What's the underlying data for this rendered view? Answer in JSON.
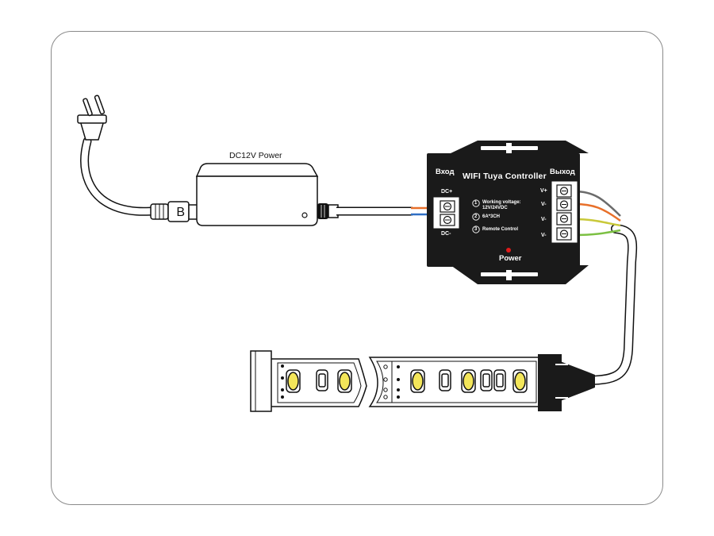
{
  "power_supply": {
    "label": "DC12V Power"
  },
  "controller": {
    "title": "WIFI Tuya Controller",
    "input_label": "Вход",
    "output_label": "Выход",
    "input_pins": [
      "DC+",
      "DC-"
    ],
    "output_pins": [
      "V+",
      "V-",
      "V-",
      "V-"
    ],
    "specs": [
      {
        "num": "1",
        "lines": [
          "Working voltage:",
          "12V/24VDC"
        ]
      },
      {
        "num": "2",
        "lines": [
          "6A*3CH"
        ]
      },
      {
        "num": "3",
        "lines": [
          "Remote Control"
        ]
      }
    ],
    "power_label": "Power",
    "power_led_color": "#e01b1b"
  },
  "plug": {
    "mark": "B"
  },
  "wire_colors": {
    "input": [
      "#e8702a",
      "#2f6fc4"
    ],
    "output": [
      "#6b6b6b",
      "#e8702a",
      "#c9c93a",
      "#7cc043"
    ]
  },
  "led_strip": {
    "led_color": "#f3e65a"
  }
}
